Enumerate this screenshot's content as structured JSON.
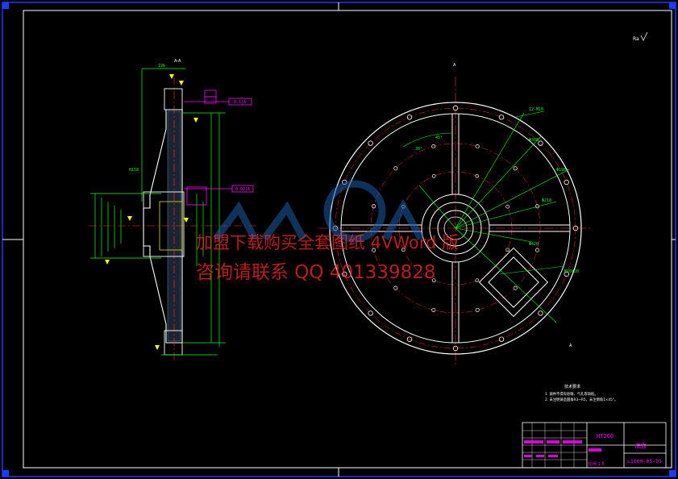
{
  "section_label": "A-A",
  "view_marker": "A",
  "surface_note": "Ra",
  "dimensions": {
    "top_width": "196",
    "h8_bore": "H158",
    "m_hole": "M10X20",
    "tol_box_1": "0.1|A",
    "tol_box_2": "0.02|A",
    "hole_pattern": "12-M10",
    "angle_1": "30°",
    "angle_2": "45°",
    "dia_1": "Φ198",
    "dia_2": "Φ218",
    "dia_3": "Φ368",
    "dia_4": "Φ420"
  },
  "tech_requirements": {
    "title": "技术要求",
    "items": [
      "1. 铸件不得有砂眼、气孔等缺陷。",
      "2. 未注明铸造圆角R3~R5，未注倒角1×45°。"
    ]
  },
  "title_block": {
    "material": "HT200",
    "part_name": "底盘",
    "drawing_no": "L1000-05-05",
    "scale_label": "比例 1:5"
  },
  "watermark": {
    "line1": "加盟下载购买全套图纸 4VWord 版",
    "line2": "咨询请联系 QQ 401339828"
  },
  "colors": {
    "background": "#000000",
    "frame": "#ffffff",
    "green": "#00ff00",
    "yellow": "#ffff00",
    "magenta": "#ff00ff",
    "red": "#ff3030",
    "cyan": "#00ffff",
    "watermark": "#ff2a2a"
  }
}
